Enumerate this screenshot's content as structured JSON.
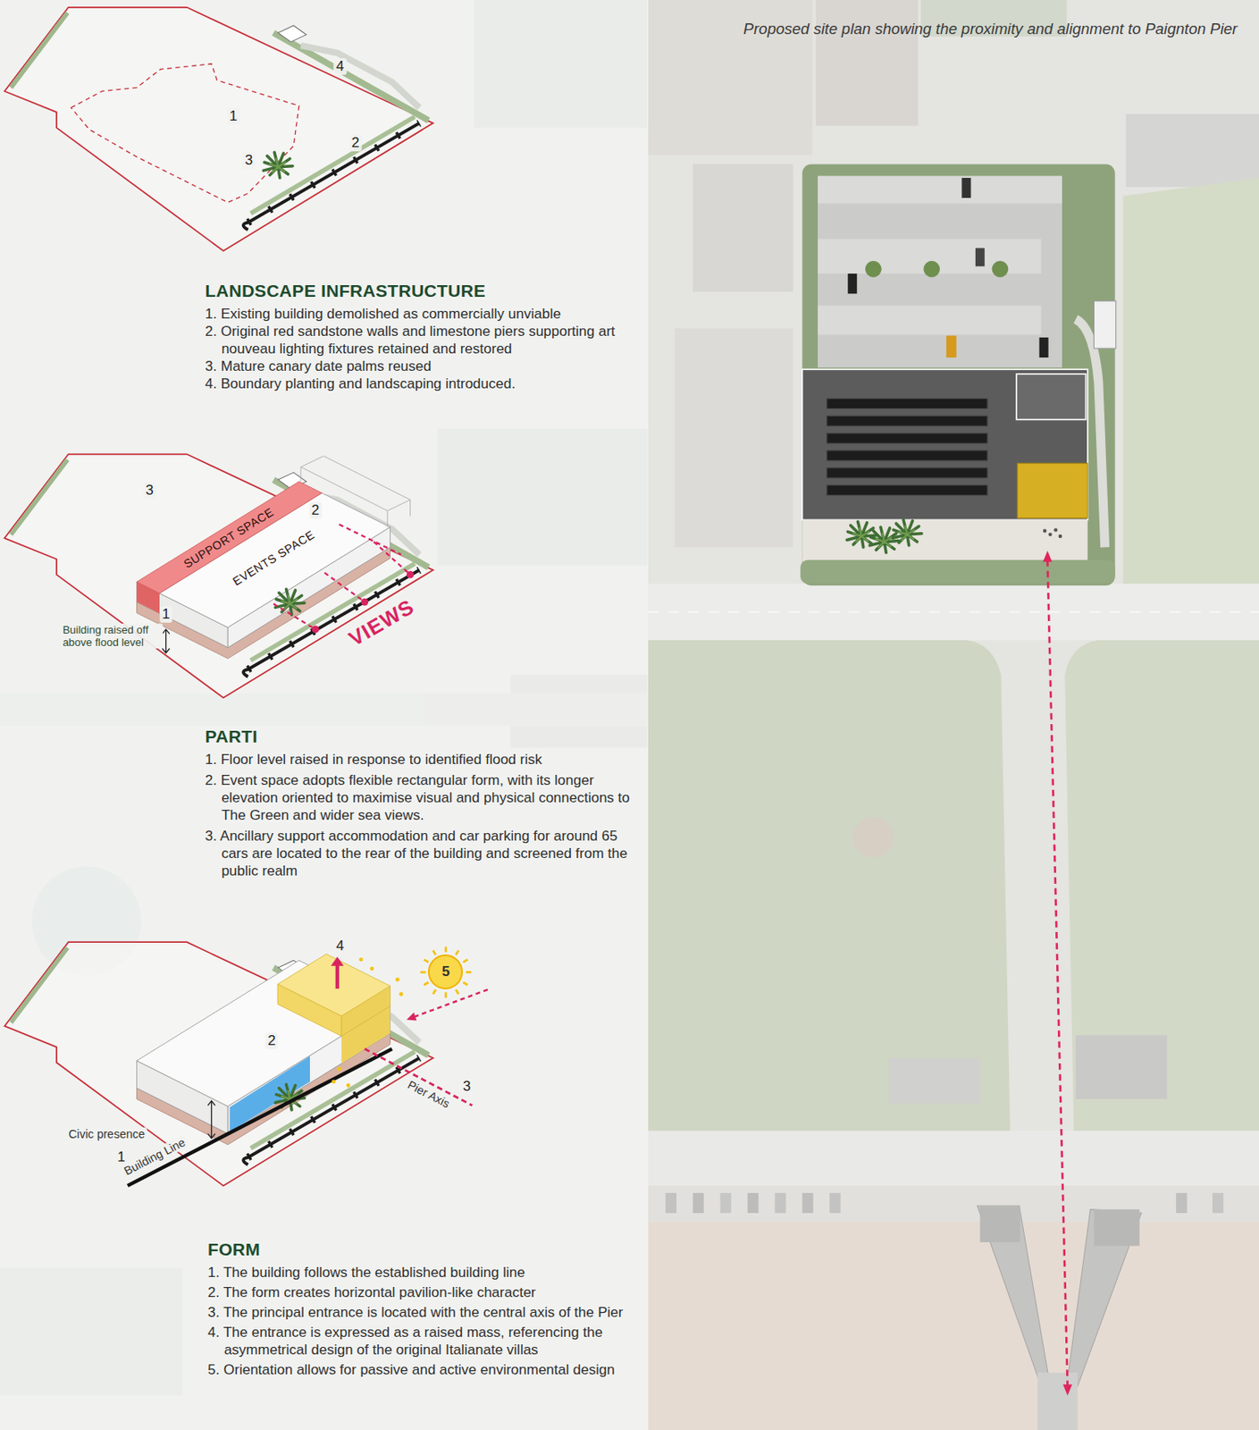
{
  "diagram": {
    "caption": "Proposed site plan showing the proximity and alignment to Paignton Pier",
    "nodes": [
      {
        "text": [
          "SUPPORT SPACE"
        ]
      },
      {
        "text": [
          "EVENTS SPACE"
        ]
      },
      {
        "text": [
          "5"
        ]
      }
    ],
    "labels": [
      "4",
      "1",
      "3",
      "2",
      "LANDSCAPE INFRASTRUCTURE",
      "1. Existing building demolished as commercially unviable",
      "2. Original red sandstone walls and limestone piers supporting art nouveau lighting fixtures retained and restored",
      "3. Mature canary date palms reused",
      "4. Boundary planting and landscaping introduced.",
      "3",
      "2",
      "1",
      "Building raised off above flood level",
      "VIEWS",
      "PARTI",
      "1. Floor level raised in response to identified flood risk",
      "2. Event space adopts flexible rectangular form, with its longer elevation oriented to maximise visual and physical connections to The Green and wider sea views.",
      "3. Ancillary support accommodation and car parking for around 65 cars are located to the rear of the building and screened from the public realm",
      "4",
      "2",
      "3",
      "Pier Axis",
      "Civic presence",
      "1",
      "Building Line",
      "FORM",
      "1. The building follows the established building line",
      "2. The form creates horizontal pavilion-like character",
      "3. The principal entrance is located with the central axis of the Pier",
      "4. The entrance is expressed as a raised mass, referencing the asymmetrical design of the original Italianate villas",
      "5. Orientation allows for passive and active environmental design"
    ]
  }
}
